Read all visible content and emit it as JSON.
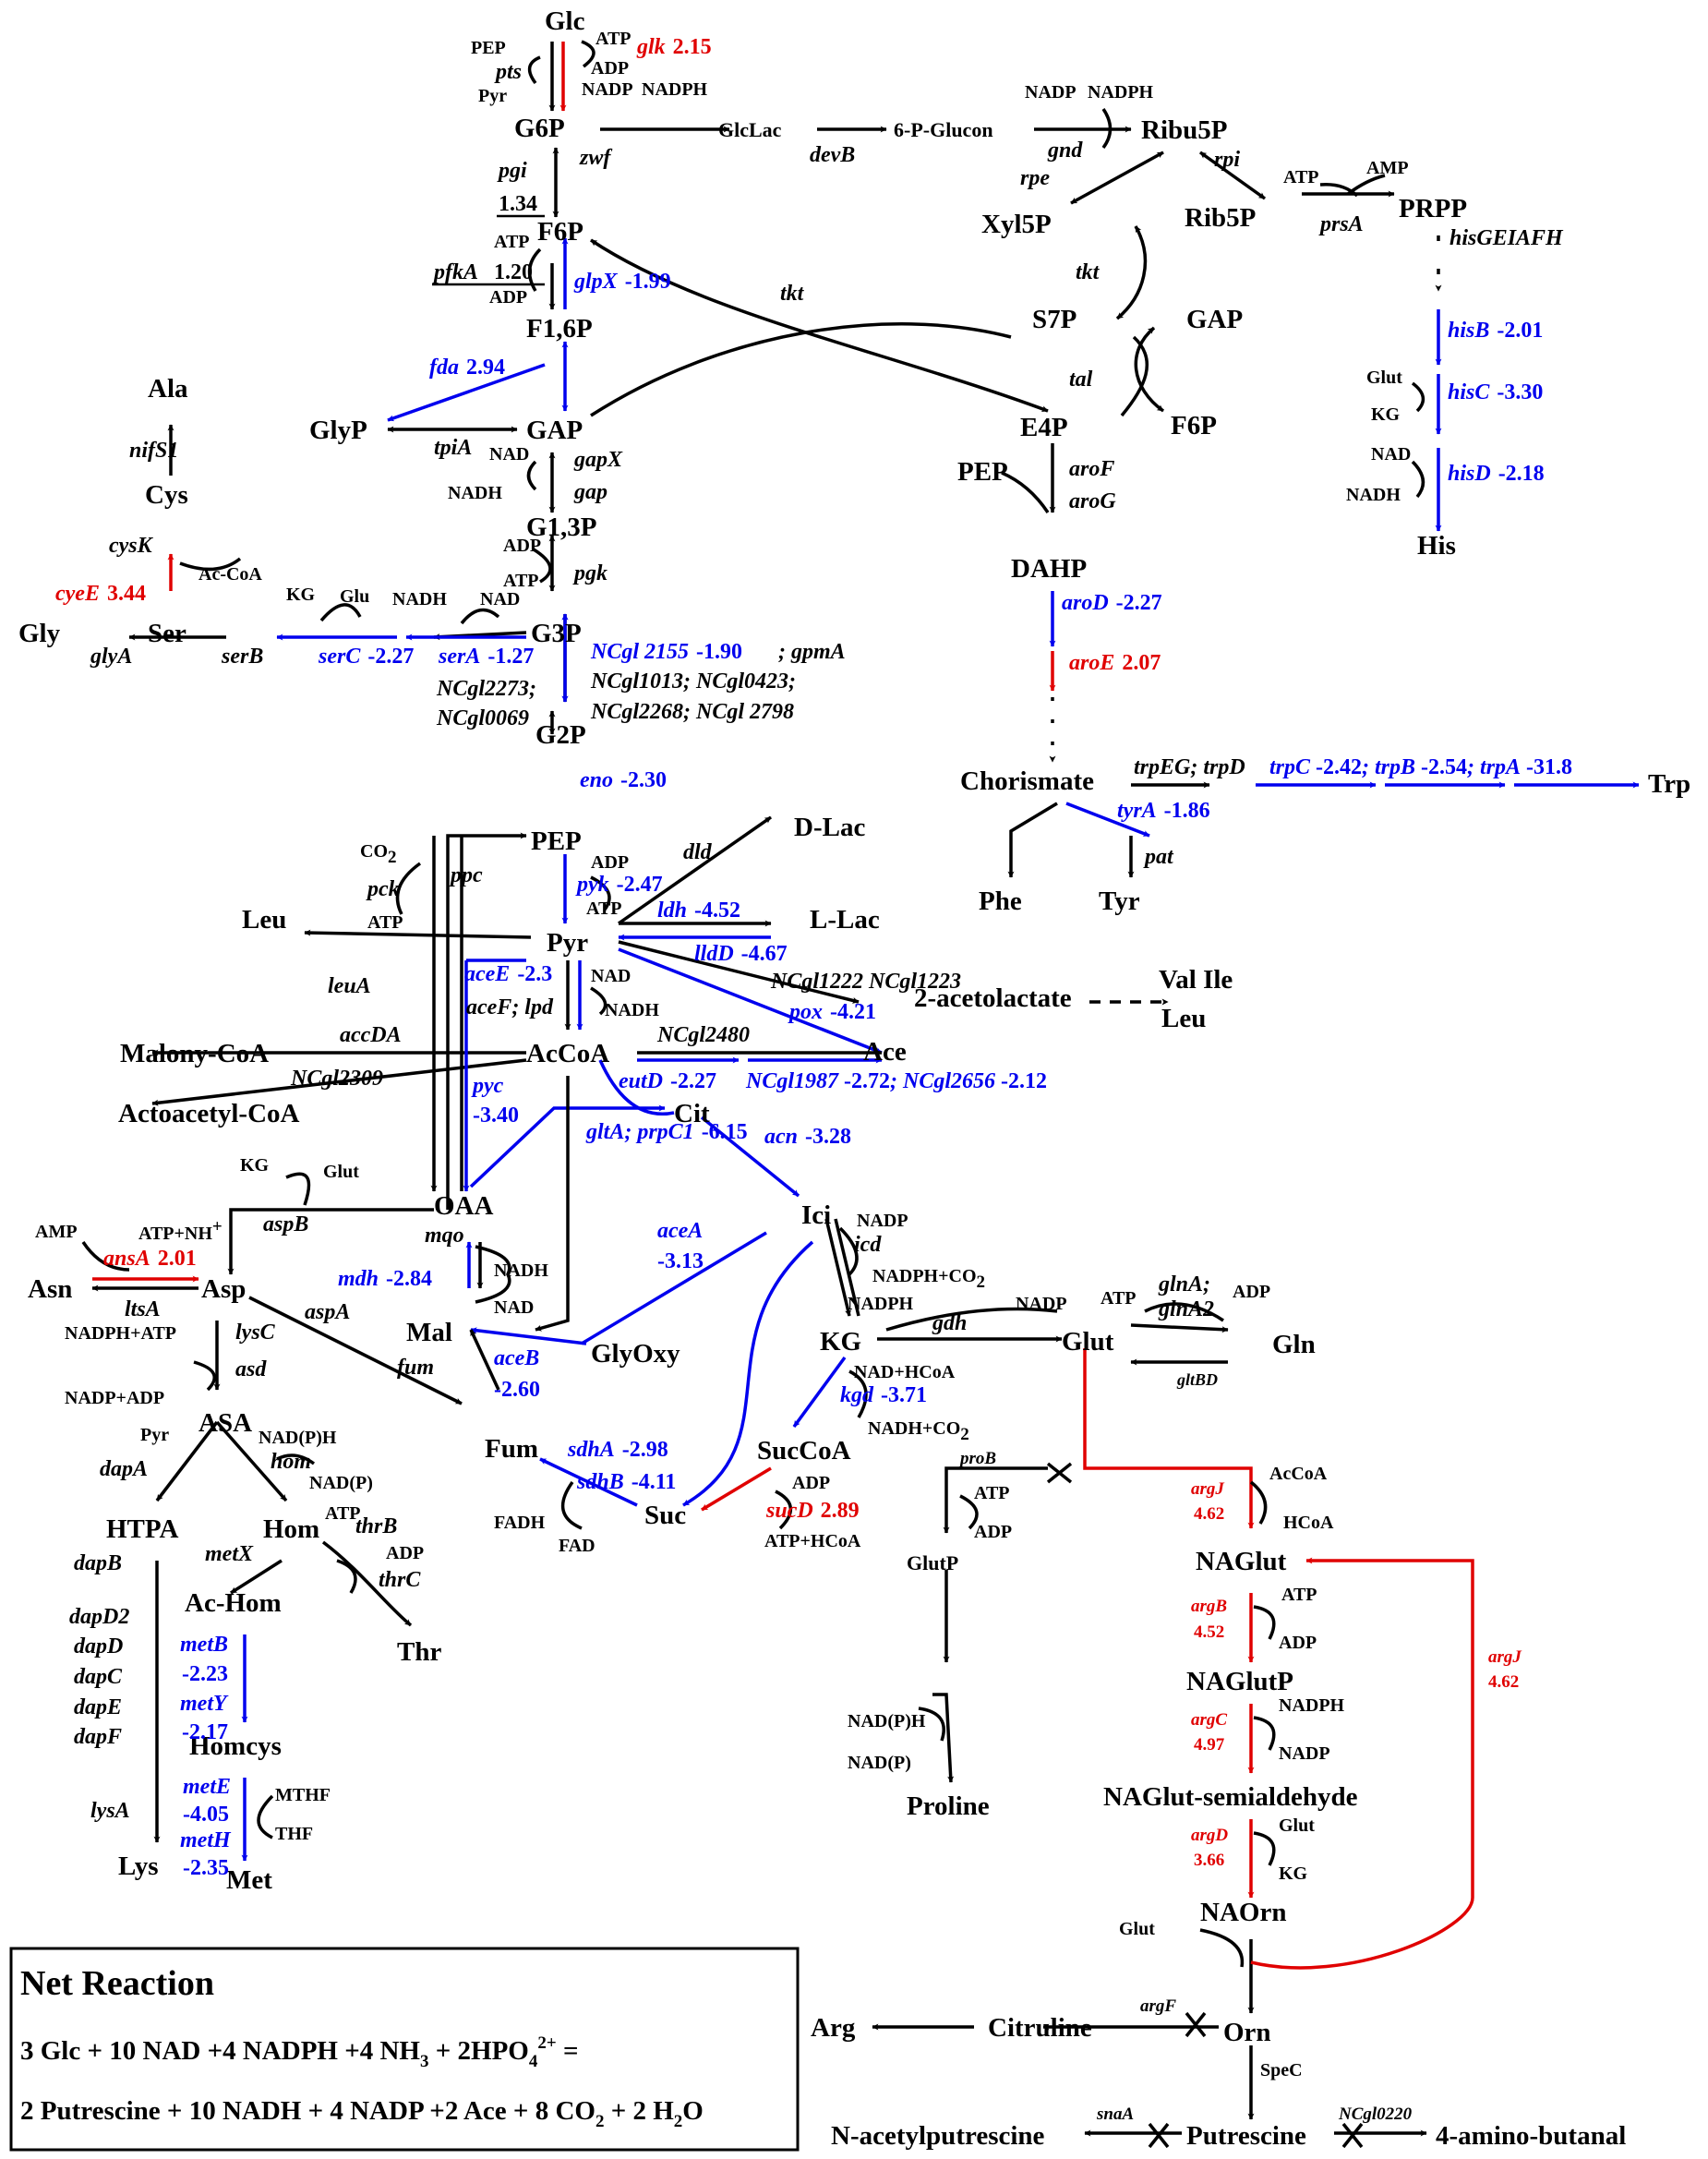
{
  "colors": {
    "upregulated": "#e00000",
    "downregulated": "#0000ee",
    "neutral": "#000000"
  },
  "metabolites": {
    "glc": "Glc",
    "g6p": "G6P",
    "glclac": "GlcLac",
    "pglucon": "6-P-Glucon",
    "ribu5p": "Ribu5P",
    "f6p": "F6P",
    "xyl5p": "Xyl5P",
    "rib5p": "Rib5P",
    "prpp": "PRPP",
    "f16p": "F1,6P",
    "s7p": "S7P",
    "gap_ppp": "GAP",
    "f6p_ppp": "F6P",
    "e4p": "E4P",
    "ala": "Ala",
    "glyp": "GlyP",
    "gap": "GAP",
    "cys": "Cys",
    "pep_e4p": "PEP",
    "g13p": "G1,3P",
    "dahp": "DAHP",
    "his": "His",
    "gly": "Gly",
    "ser": "Ser",
    "g3p": "G3P",
    "g2p": "G2P",
    "chorismate": "Chorismate",
    "trp": "Trp",
    "phe": "Phe",
    "tyr": "Tyr",
    "pep": "PEP",
    "dlac": "D-Lac",
    "llac": "L-Lac",
    "leu": "Leu",
    "pyr": "Pyr",
    "acetolactate": "2-acetolactate",
    "valile": "Val  Ile",
    "leu2": "Leu",
    "malonycoa": "Malony-CoA",
    "accoa": "AcCoA",
    "ace": "Ace",
    "actoacetylcoa": "Actoacetyl-CoA",
    "cit": "Cit",
    "oaa": "OAA",
    "ici": "Ici",
    "asn": "Asn",
    "asp": "Asp",
    "mal": "Mal",
    "glyoxy": "GlyOxy",
    "kg": "KG",
    "glut": "Glut",
    "gln": "Gln",
    "asa": "ASA",
    "fum": "Fum",
    "succoa": "SucCoA",
    "htpa": "HTPA",
    "hom": "Hom",
    "suc": "Suc",
    "glutp": "GlutP",
    "naglut": "NAGlut",
    "achom": "Ac-Hom",
    "thr": "Thr",
    "naglutp": "NAGlutP",
    "homcys": "Homcys",
    "proline": "Proline",
    "naglutsemi": "NAGlut-semialdehyde",
    "lys": "Lys",
    "met": "Met",
    "naorn": "NAOrn",
    "arg": "Arg",
    "citruline": "Citruline",
    "orn": "Orn",
    "nacetylputrescine": "N-acetylputrescine",
    "putrescine": "Putrescine",
    "aminobutanal": "4-amino-butanal"
  },
  "cofactors": {
    "pep_pts": "PEP",
    "pyr_pts": "Pyr",
    "atp_glk": "ATP",
    "adp_glk": "ADP",
    "nadp_zwf": "NADP",
    "nadph_zwf": "NADPH",
    "nadp_gnd": "NADP",
    "nadph_gnd": "NADPH",
    "atp_prs": "ATP",
    "amp_prs": "AMP",
    "atp_pfk": "ATP",
    "adp_pfk": "ADP",
    "glut_his": "Glut",
    "kg_his": "KG",
    "nad_his": "NAD",
    "nadh_his": "NADH",
    "nad_gap": "NAD",
    "nadh_gap": "NADH",
    "adp_pgk": "ADP",
    "atp_pgk": "ATP",
    "accoa_cys": "Ac-CoA",
    "kg_ser": "KG",
    "glu_ser": "Glu",
    "nadh_ser": "NADH",
    "nad_ser": "NAD",
    "co2_pck": "CO",
    "co2_sub": "2",
    "atp_pck": "ATP",
    "adp_pyk": "ADP",
    "atp_pyk": "ATP",
    "nad_pdh": "NAD",
    "nadh_pdh": "NADH",
    "kg_aspb": "KG",
    "glut_aspb": "Glut",
    "amp_asn": "AMP",
    "atpnh_asn": "ATP+NH",
    "nh_sup": "+",
    "nadh_mdh": "NADH",
    "nad_mdh": "NAD",
    "nadp_icd": "NADP",
    "nadphco2_icd": "NADPH+CO",
    "co2_sub2": "2",
    "nadph_gdh": "NADPH",
    "nadp_gdh": "NADP",
    "atp_gln": "ATP",
    "adp_gln": "ADP",
    "nadhcoa_kgd": "NAD+HCoA",
    "nadhco2_kgd": "NADH+CO",
    "co2_sub3": "2",
    "nadphatp_asd": "NADPH+ATP",
    "nadpadp_asd": "NADP+ADP",
    "pyr_dapa": "Pyr",
    "nadph_hom": "NAD(P)H",
    "nadp_hom": "NAD(P)",
    "atp_thrb": "ATP",
    "adp_thrc": "ADP",
    "adp_sucd": "ADP",
    "atphcoa_sucd": "ATP+HCoA",
    "fadh_sdh": "FADH",
    "fad_sdh": "FAD",
    "atp_prob": "ATP",
    "adp_prob": "ADP",
    "accoa_argj": "AcCoA",
    "hcoa_argj": "HCoA",
    "atp_argb": "ATP",
    "adp_argb": "ADP",
    "nadph_argc": "NADPH",
    "nadp_argc": "NADP",
    "nadph_pro": "NAD(P)H",
    "nadp_pro": "NAD(P)",
    "glut_argd": "Glut",
    "kg_argd": "KG",
    "mthf_met": "MTHF",
    "thf_met": "THF",
    "glut_naorn": "Glut"
  },
  "genes": {
    "glk": "glk",
    "pts": "pts",
    "zwf": "zwf",
    "devb": "devB",
    "gnd": "gnd",
    "rpi": "rpi",
    "rpe": "rpe",
    "pgi": "pgi",
    "pgi_val": "1.34",
    "prsa": "prsA",
    "hisgeiafh": "hisGEIAFH",
    "pfka": "pfkA",
    "pfka_val": "1.20",
    "glpx": "glpX",
    "tkt": "tkt",
    "tkt2": "tkt",
    "tal": "tal",
    "hisb": "hisB",
    "fda": "fda",
    "nifs1": "nifS1",
    "tpia": "tpiA",
    "gapx": "gapX",
    "gap": "gap",
    "hisc": "hisC",
    "arof": "aroF",
    "arog": "aroG",
    "hisd": "hisD",
    "cysk": "cysK",
    "pgk": "pgk",
    "cyee": "cyeE",
    "arod": "aroD",
    "glya": "glyA",
    "serb": "serB",
    "serc": "serC",
    "sera": "serA",
    "ncgl2155": "NCgl 2155",
    "gpma": "; gpmA",
    "aroe": "aroE",
    "ncgl2273": "NCgl2273;",
    "ncgl1013": "NCgl1013; NCgl0423;",
    "ncgl0069": "NCgl0069",
    "ncgl2268": "NCgl2268; NCgl 2798",
    "eno": "eno",
    "trpeg": "trpEG; trpD",
    "trpc": "trpC",
    "trpb": "; trpB",
    "trpa": "; trpA",
    "tyra": "tyrA",
    "pat": "pat",
    "dld": "dld",
    "pck": "pck",
    "ppc": "ppc",
    "pyk": "pyk",
    "ldh": "ldh",
    "llld": "lldD",
    "leua": "leuA",
    "acee": "aceE",
    "lpd": "aceF; lpd",
    "ncgl1222": "NCgl1222 NCgl1223",
    "pox": "pox",
    "accda": "accDA",
    "ncgl2480": "NCgl2480",
    "ncgl2309": "NCgl2309",
    "eutd": "eutD",
    "ncgl1987": "NCgl1987",
    "ncgl2656": "; NCgl2656",
    "pyc": "pyc",
    "glta": "gltA; prpC1",
    "acn": "acn",
    "aspb": "aspB",
    "icd": "icd",
    "acea": "aceA",
    "mqo": "mqo",
    "ansa": "ansA",
    "glna": "glnA;",
    "glna2": "glnA2",
    "ltsa": "ltsA",
    "mdh": "mdh",
    "aspa": "aspA",
    "gdh": "gdh",
    "lysc": "lysC",
    "glutbd": "gltBD",
    "aceb": "aceB",
    "fum": "fum",
    "asd": "asd",
    "kgd": "kgd",
    "hom": "hom",
    "dapa": "dapA",
    "sdha": "sdhA",
    "prob": "proB",
    "sdhb": "sdhB",
    "sucd": "sucD",
    "thrb": "thrB",
    "argj": "argJ",
    "dapb": "dapB",
    "metx": "metX",
    "thrc": "thrC",
    "dapd2": "dapD2",
    "dapd": "dapD",
    "dapc": "dapC",
    "dape": "dapE",
    "dapf": "dapF",
    "metb": "metB",
    "mety": "metY",
    "argb": "argB",
    "argj2": "argJ",
    "argc": "argC",
    "lysa": "lysA",
    "mete": "metE",
    "meth": "metH",
    "argd": "argD",
    "argf": "argF",
    "spec": "SpeC",
    "snaa": "snaA",
    "ncgl0220": "NCgl0220"
  },
  "values": {
    "glk": "2.15",
    "glpx": "-1.99",
    "fda": "2.94",
    "hisb": "-2.01",
    "hisc": "-3.30",
    "hisd": "-2.18",
    "cyee": "3.44",
    "arod": "-2.27",
    "serc": "-2.27",
    "sera": "-1.27",
    "ncgl2155": "-1.90",
    "aroe": "2.07",
    "eno": "-2.30",
    "trpc": "-2.42",
    "trpb": "-2.54",
    "trpa": "-31.8",
    "tyra": "-1.86",
    "pyk": "-2.47",
    "ldh": "-4.52",
    "llld": "-4.67",
    "acee": "-2.3",
    "pox": "-4.21",
    "eutd": "-2.27",
    "ncgl1987": "-2.72",
    "ncgl2656": "-2.12",
    "pyc": "-3.40",
    "glta": "-6.15",
    "acn": "-3.28",
    "acea": "-3.13",
    "ansa": "2.01",
    "mdh": "-2.84",
    "aceb": "-2.60",
    "kgd": "-3.71",
    "sdha": "-2.98",
    "sdhb": "-4.11",
    "sucd": "2.89",
    "argj": "4.62",
    "metb": "-2.23",
    "mety": "-2.17",
    "argb": "4.52",
    "argj2": "4.62",
    "argc": "4.97",
    "mete": "-4.05",
    "meth": "-2.35",
    "argd": "3.66"
  },
  "net_reaction": {
    "title": "Net Reaction",
    "line1": "3 Glc + 10 NAD +4 NADPH +4 NH",
    "line1_sub": "3",
    "line1_b": " + 2HPO",
    "line1_sub2": "4",
    "line1_sup": "2+",
    "line1_c": " =",
    "line2": "2 Putrescine + 10 NADH + 4 NADP +2 Ace + 8 CO",
    "line2_sub": "2",
    "line2_b": " + 2 H",
    "line2_sub2": "2",
    "line2_c": "O"
  }
}
